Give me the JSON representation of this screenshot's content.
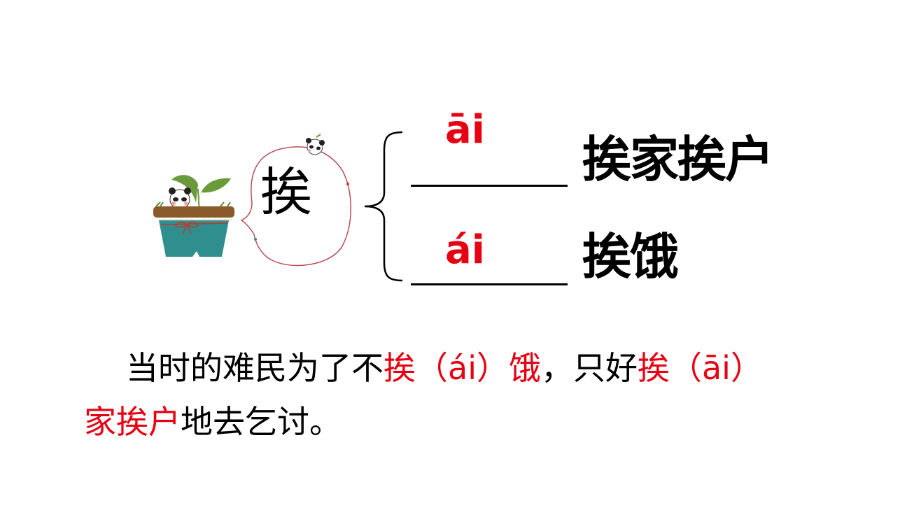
{
  "slide": {
    "main_character": "挨",
    "readings": [
      {
        "pinyin": "āi",
        "word": "挨家挨户"
      },
      {
        "pinyin": "ái",
        "word": "挨饿"
      }
    ],
    "sentence": {
      "line1": [
        {
          "text": "当时的难民为了不",
          "highlight": false
        },
        {
          "text": "挨（ái）饿",
          "highlight": true
        },
        {
          "text": "，只好",
          "highlight": false
        },
        {
          "text": "挨（āi）",
          "highlight": true
        }
      ],
      "line2": [
        {
          "text": "家挨户",
          "highlight": true
        },
        {
          "text": "地去乞讨。",
          "highlight": false
        }
      ]
    },
    "illustration": {
      "icons": [
        "plant-pot-icon",
        "panda-icon",
        "speech-bubble-icon"
      ]
    },
    "colors": {
      "accent": "#e60012",
      "text": "#000000",
      "pot_body": "#2f8f8f",
      "pot_rim": "#8b5a2b",
      "leaf": "#6b9a3a",
      "bubble_stroke": "#b5505a"
    }
  }
}
